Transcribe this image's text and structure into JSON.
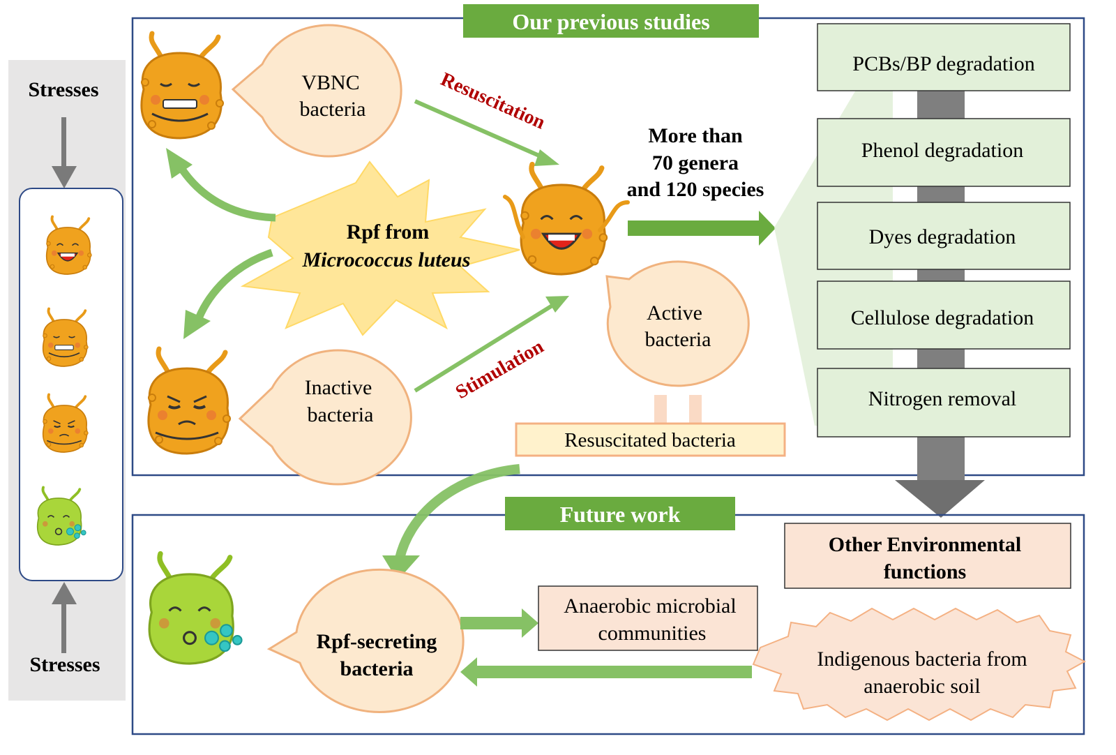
{
  "stresses": {
    "top": "Stresses",
    "bottom": "Stresses"
  },
  "sections": {
    "previous": "Our previous studies",
    "future": "Future work"
  },
  "rpf": {
    "line1": "Rpf from",
    "line2": "Micrococcus luteus"
  },
  "bubbles": {
    "vbnc": [
      "VBNC",
      "bacteria"
    ],
    "inactive": [
      "Inactive",
      "bacteria"
    ],
    "active": [
      "Active",
      "bacteria"
    ],
    "rpf_secreting": [
      "Rpf-secreting",
      "bacteria"
    ]
  },
  "arrow_labels": {
    "resuscitation": "Resuscitation",
    "stimulation": "Stimulation"
  },
  "genera": [
    "More than",
    "70 genera",
    "and 120 species"
  ],
  "resuscitated_label": "Resuscitated bacteria",
  "functions": [
    "PCBs/BP degradation",
    "Phenol degradation",
    "Dyes degradation",
    "Cellulose degradation",
    "Nitrogen removal"
  ],
  "other_functions": [
    "Other Environmental",
    "functions"
  ],
  "anaerobic_communities": [
    "Anaerobic microbial",
    "communities"
  ],
  "indigenous": [
    "Indigenous bacteria from",
    "anaerobic soil"
  ],
  "colors": {
    "section_green": "#6aab3f",
    "arrow_green": "#86c165",
    "frame_blue": "#2e4a86",
    "bacteria_orange": "#f0a21e",
    "bacteria_green": "#a9d63a",
    "bubble_fill": "#fde9cf",
    "bubble_stroke": "#f0b27e",
    "function_fill": "#e2f0d9",
    "peach_fill": "#fbe4d5",
    "label_red": "#b00000",
    "gray_arrow": "#7a7a7a"
  }
}
